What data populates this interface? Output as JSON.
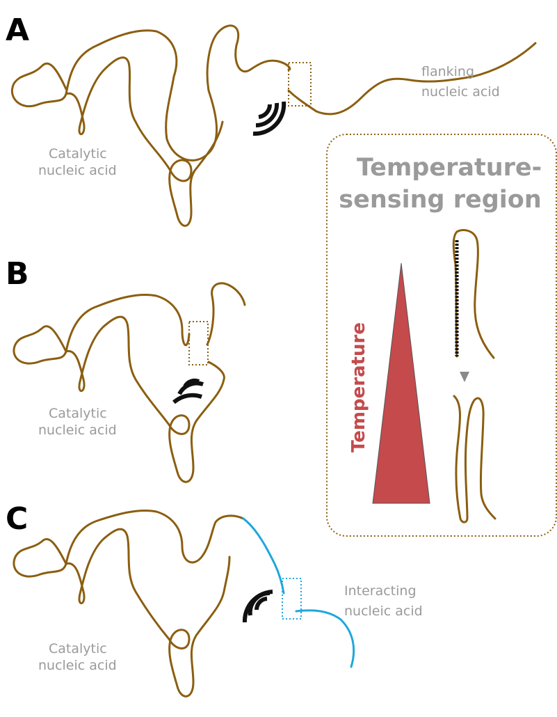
{
  "panels": {
    "a": {
      "letter": "A",
      "catalytic_line1": "Catalytic",
      "catalytic_line2": "nucleic acid",
      "flanking_line1": "flanking",
      "flanking_line2": "nucleic acid"
    },
    "b": {
      "letter": "B",
      "catalytic_line1": "Catalytic",
      "catalytic_line2": "nucleic acid"
    },
    "c": {
      "letter": "C",
      "catalytic_line1": "Catalytic",
      "catalytic_line2": "nucleic acid",
      "interacting_line1": "Interacting",
      "interacting_line2": "nucleic acid"
    }
  },
  "inset": {
    "title_line1": "Temperature-",
    "title_line2": "sensing region",
    "axis_label": "Temperature"
  },
  "colors": {
    "strand": "#8b5e10",
    "interacting_strand": "#1ea7dc",
    "temperature": "#c44a4c",
    "label_gray": "#9a9a9a"
  }
}
